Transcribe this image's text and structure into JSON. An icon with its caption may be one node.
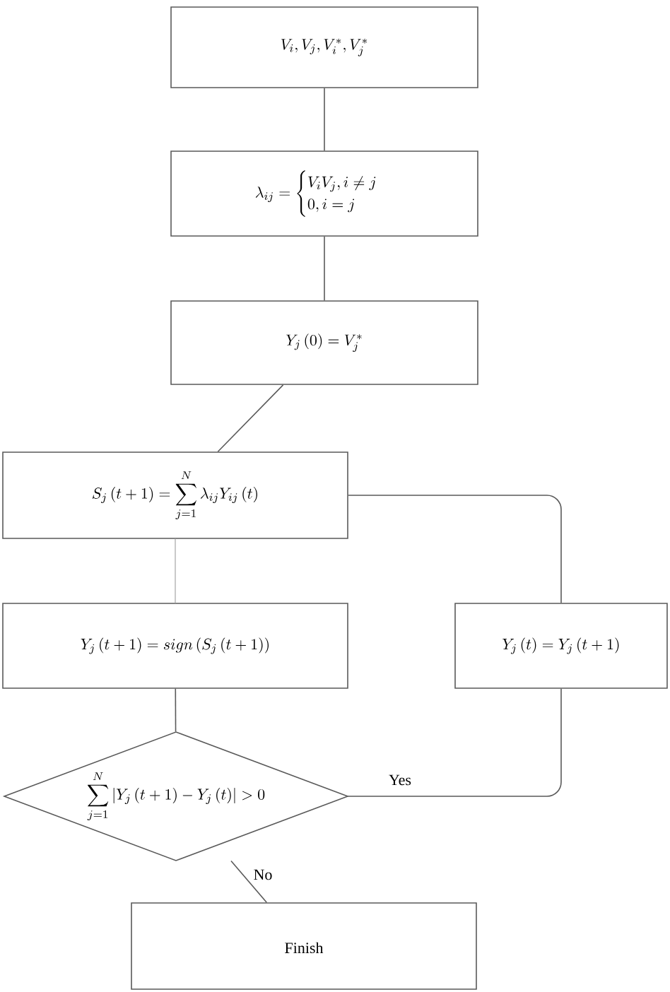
{
  "diagram": {
    "nodes": [
      {
        "text": [
          "V_i, V_j, V_i^*, V_j^*"
        ]
      },
      {
        "text": [
          "\\lambda_{ij} = \\begin{cases} V_i V_j, i \\neq j \\\\ 0, i = j \\end{cases}"
        ]
      },
      {
        "text": [
          "Y_j\\left(0\\right) = V_j^*"
        ]
      },
      {
        "text": [
          "S_j\\left(t+1\\right) = \\sum_{j=1}^{N} \\lambda_{ij} Y_{ij}\\left(t\\right)"
        ]
      },
      {
        "text": [
          "Y_j\\left(t+1\\right) = sign\\left(S_j\\left(t+1\\right)\\right)"
        ]
      },
      {
        "text": [
          "Y_j\\left(t\\right) = Y_j\\left(t+1\\right)"
        ]
      },
      {
        "text": [
          "\\sum_{j=1}^{N} \\left| Y_j\\left(t+1\\right) - Y_j\\left(t\\right) \\right| > 0"
        ]
      },
      {
        "text": [
          "Finish"
        ]
      }
    ],
    "edges": [
      {
        "from": 0,
        "to": 1,
        "arrow": "none"
      },
      {
        "from": 1,
        "to": 2,
        "arrow": "none"
      },
      {
        "from": 2,
        "to": 3,
        "arrow": "none"
      },
      {
        "from": 3,
        "to": 4,
        "arrow": "none",
        "color": "#bbbbbb"
      },
      {
        "from": 4,
        "to": 6,
        "arrow": "none"
      },
      {
        "from": 6,
        "to": 5,
        "arrow": "none",
        "label": "Yes"
      },
      {
        "from": 5,
        "to": 3,
        "arrow": "none"
      },
      {
        "from": 6,
        "to": 7,
        "arrow": "none",
        "label": "No"
      }
    ]
  }
}
